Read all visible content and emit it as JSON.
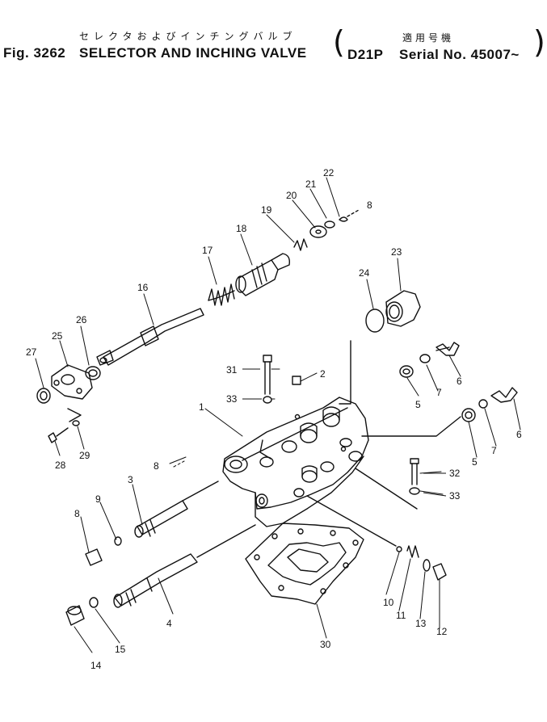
{
  "header": {
    "title_jp": "セレクタおよびインチングバルブ",
    "fig_label": "Fig. 3262",
    "title_en": "SELECTOR AND INCHING VALVE",
    "applicable_jp": "適用号機",
    "model": "D21P",
    "serial": "Serial No. 45007~"
  },
  "parts": [
    {
      "num": "1"
    },
    {
      "num": "2"
    },
    {
      "num": "3"
    },
    {
      "num": "4"
    },
    {
      "num": "5"
    },
    {
      "num": "5"
    },
    {
      "num": "6"
    },
    {
      "num": "6"
    },
    {
      "num": "7"
    },
    {
      "num": "7"
    },
    {
      "num": "8"
    },
    {
      "num": "8"
    },
    {
      "num": "8"
    },
    {
      "num": "9"
    },
    {
      "num": "10"
    },
    {
      "num": "11"
    },
    {
      "num": "12"
    },
    {
      "num": "13"
    },
    {
      "num": "14"
    },
    {
      "num": "15"
    },
    {
      "num": "16"
    },
    {
      "num": "17"
    },
    {
      "num": "18"
    },
    {
      "num": "19"
    },
    {
      "num": "20"
    },
    {
      "num": "21"
    },
    {
      "num": "22"
    },
    {
      "num": "23"
    },
    {
      "num": "24"
    },
    {
      "num": "25"
    },
    {
      "num": "26"
    },
    {
      "num": "27"
    },
    {
      "num": "28"
    },
    {
      "num": "29"
    },
    {
      "num": "30"
    },
    {
      "num": "31"
    },
    {
      "num": "32"
    },
    {
      "num": "33"
    },
    {
      "num": "33"
    }
  ]
}
